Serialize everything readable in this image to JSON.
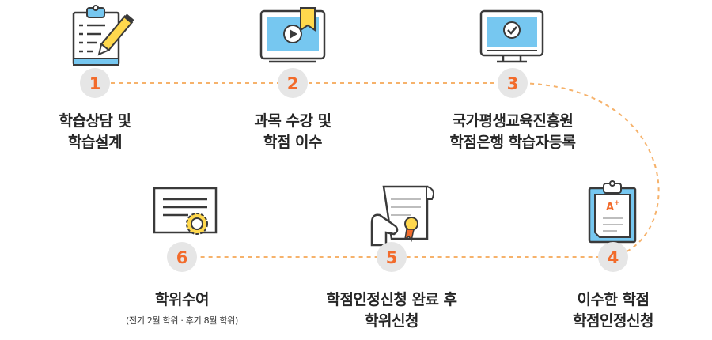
{
  "colors": {
    "accent": "#f26b2b",
    "connector": "#f6b26b",
    "badge_bg": "#e6e6e6",
    "outline": "#3a3a3a",
    "screen": "#76c7f0",
    "yellow": "#ffd84d"
  },
  "steps": [
    {
      "number": "1",
      "title": "학습상담 및\n학습설계",
      "note": "",
      "icon": "clipboard-pencil-icon"
    },
    {
      "number": "2",
      "title": "과목 수강 및\n학점 이수",
      "note": "",
      "icon": "video-lecture-monitor-icon"
    },
    {
      "number": "3",
      "title": "국가평생교육진흥원\n학점은행 학습자등록",
      "note": "",
      "icon": "registration-monitor-icon"
    },
    {
      "number": "4",
      "title": "이수한 학점\n학점인정신청",
      "note": "",
      "icon": "grade-clipboard-icon"
    },
    {
      "number": "5",
      "title": "학점인정신청 완료 후\n학위신청",
      "note": "",
      "icon": "hand-certificate-icon"
    },
    {
      "number": "6",
      "title": "학위수여",
      "note": "(전기 2월 학위 · 후기 8월 학위)",
      "icon": "diploma-certificate-icon"
    }
  ]
}
